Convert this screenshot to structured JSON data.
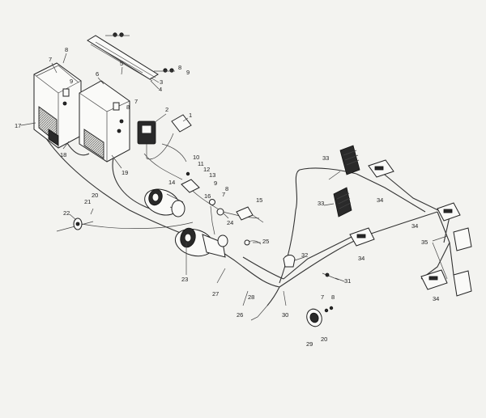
{
  "diagram": {
    "callouts": [
      {
        "id": "c1",
        "text": "1"
      },
      {
        "id": "c2",
        "text": "2"
      },
      {
        "id": "c3",
        "text": "3"
      },
      {
        "id": "c4",
        "text": "4"
      },
      {
        "id": "c5",
        "text": "5"
      },
      {
        "id": "c6",
        "text": "6"
      },
      {
        "id": "c7a",
        "text": "7"
      },
      {
        "id": "c7b",
        "text": "7"
      },
      {
        "id": "c7c",
        "text": "7"
      },
      {
        "id": "c7d",
        "text": "7"
      },
      {
        "id": "c8a",
        "text": "8"
      },
      {
        "id": "c8b",
        "text": "8"
      },
      {
        "id": "c8c",
        "text": "8"
      },
      {
        "id": "c8d",
        "text": "8"
      },
      {
        "id": "c8e",
        "text": "8"
      },
      {
        "id": "c9a",
        "text": "9"
      },
      {
        "id": "c9b",
        "text": "9"
      },
      {
        "id": "c9c",
        "text": "9"
      },
      {
        "id": "c10",
        "text": "10"
      },
      {
        "id": "c11",
        "text": "11"
      },
      {
        "id": "c12",
        "text": "12"
      },
      {
        "id": "c13",
        "text": "13"
      },
      {
        "id": "c14",
        "text": "14"
      },
      {
        "id": "c15",
        "text": "15"
      },
      {
        "id": "c16",
        "text": "16"
      },
      {
        "id": "c17",
        "text": "17"
      },
      {
        "id": "c18",
        "text": "18"
      },
      {
        "id": "c19",
        "text": "19"
      },
      {
        "id": "c20a",
        "text": "20"
      },
      {
        "id": "c20b",
        "text": "20"
      },
      {
        "id": "c21",
        "text": "21"
      },
      {
        "id": "c22",
        "text": "22"
      },
      {
        "id": "c23",
        "text": "23"
      },
      {
        "id": "c24",
        "text": "24"
      },
      {
        "id": "c25",
        "text": "25"
      },
      {
        "id": "c26",
        "text": "26"
      },
      {
        "id": "c27",
        "text": "27"
      },
      {
        "id": "c28",
        "text": "28"
      },
      {
        "id": "c29",
        "text": "29"
      },
      {
        "id": "c30",
        "text": "30"
      },
      {
        "id": "c31",
        "text": "31"
      },
      {
        "id": "c32",
        "text": "32"
      },
      {
        "id": "c33a",
        "text": "33"
      },
      {
        "id": "c33b",
        "text": "33"
      },
      {
        "id": "c34a",
        "text": "34"
      },
      {
        "id": "c34b",
        "text": "34"
      },
      {
        "id": "c34c",
        "text": "34"
      },
      {
        "id": "c34d",
        "text": "34"
      },
      {
        "id": "c35",
        "text": "35"
      }
    ]
  }
}
